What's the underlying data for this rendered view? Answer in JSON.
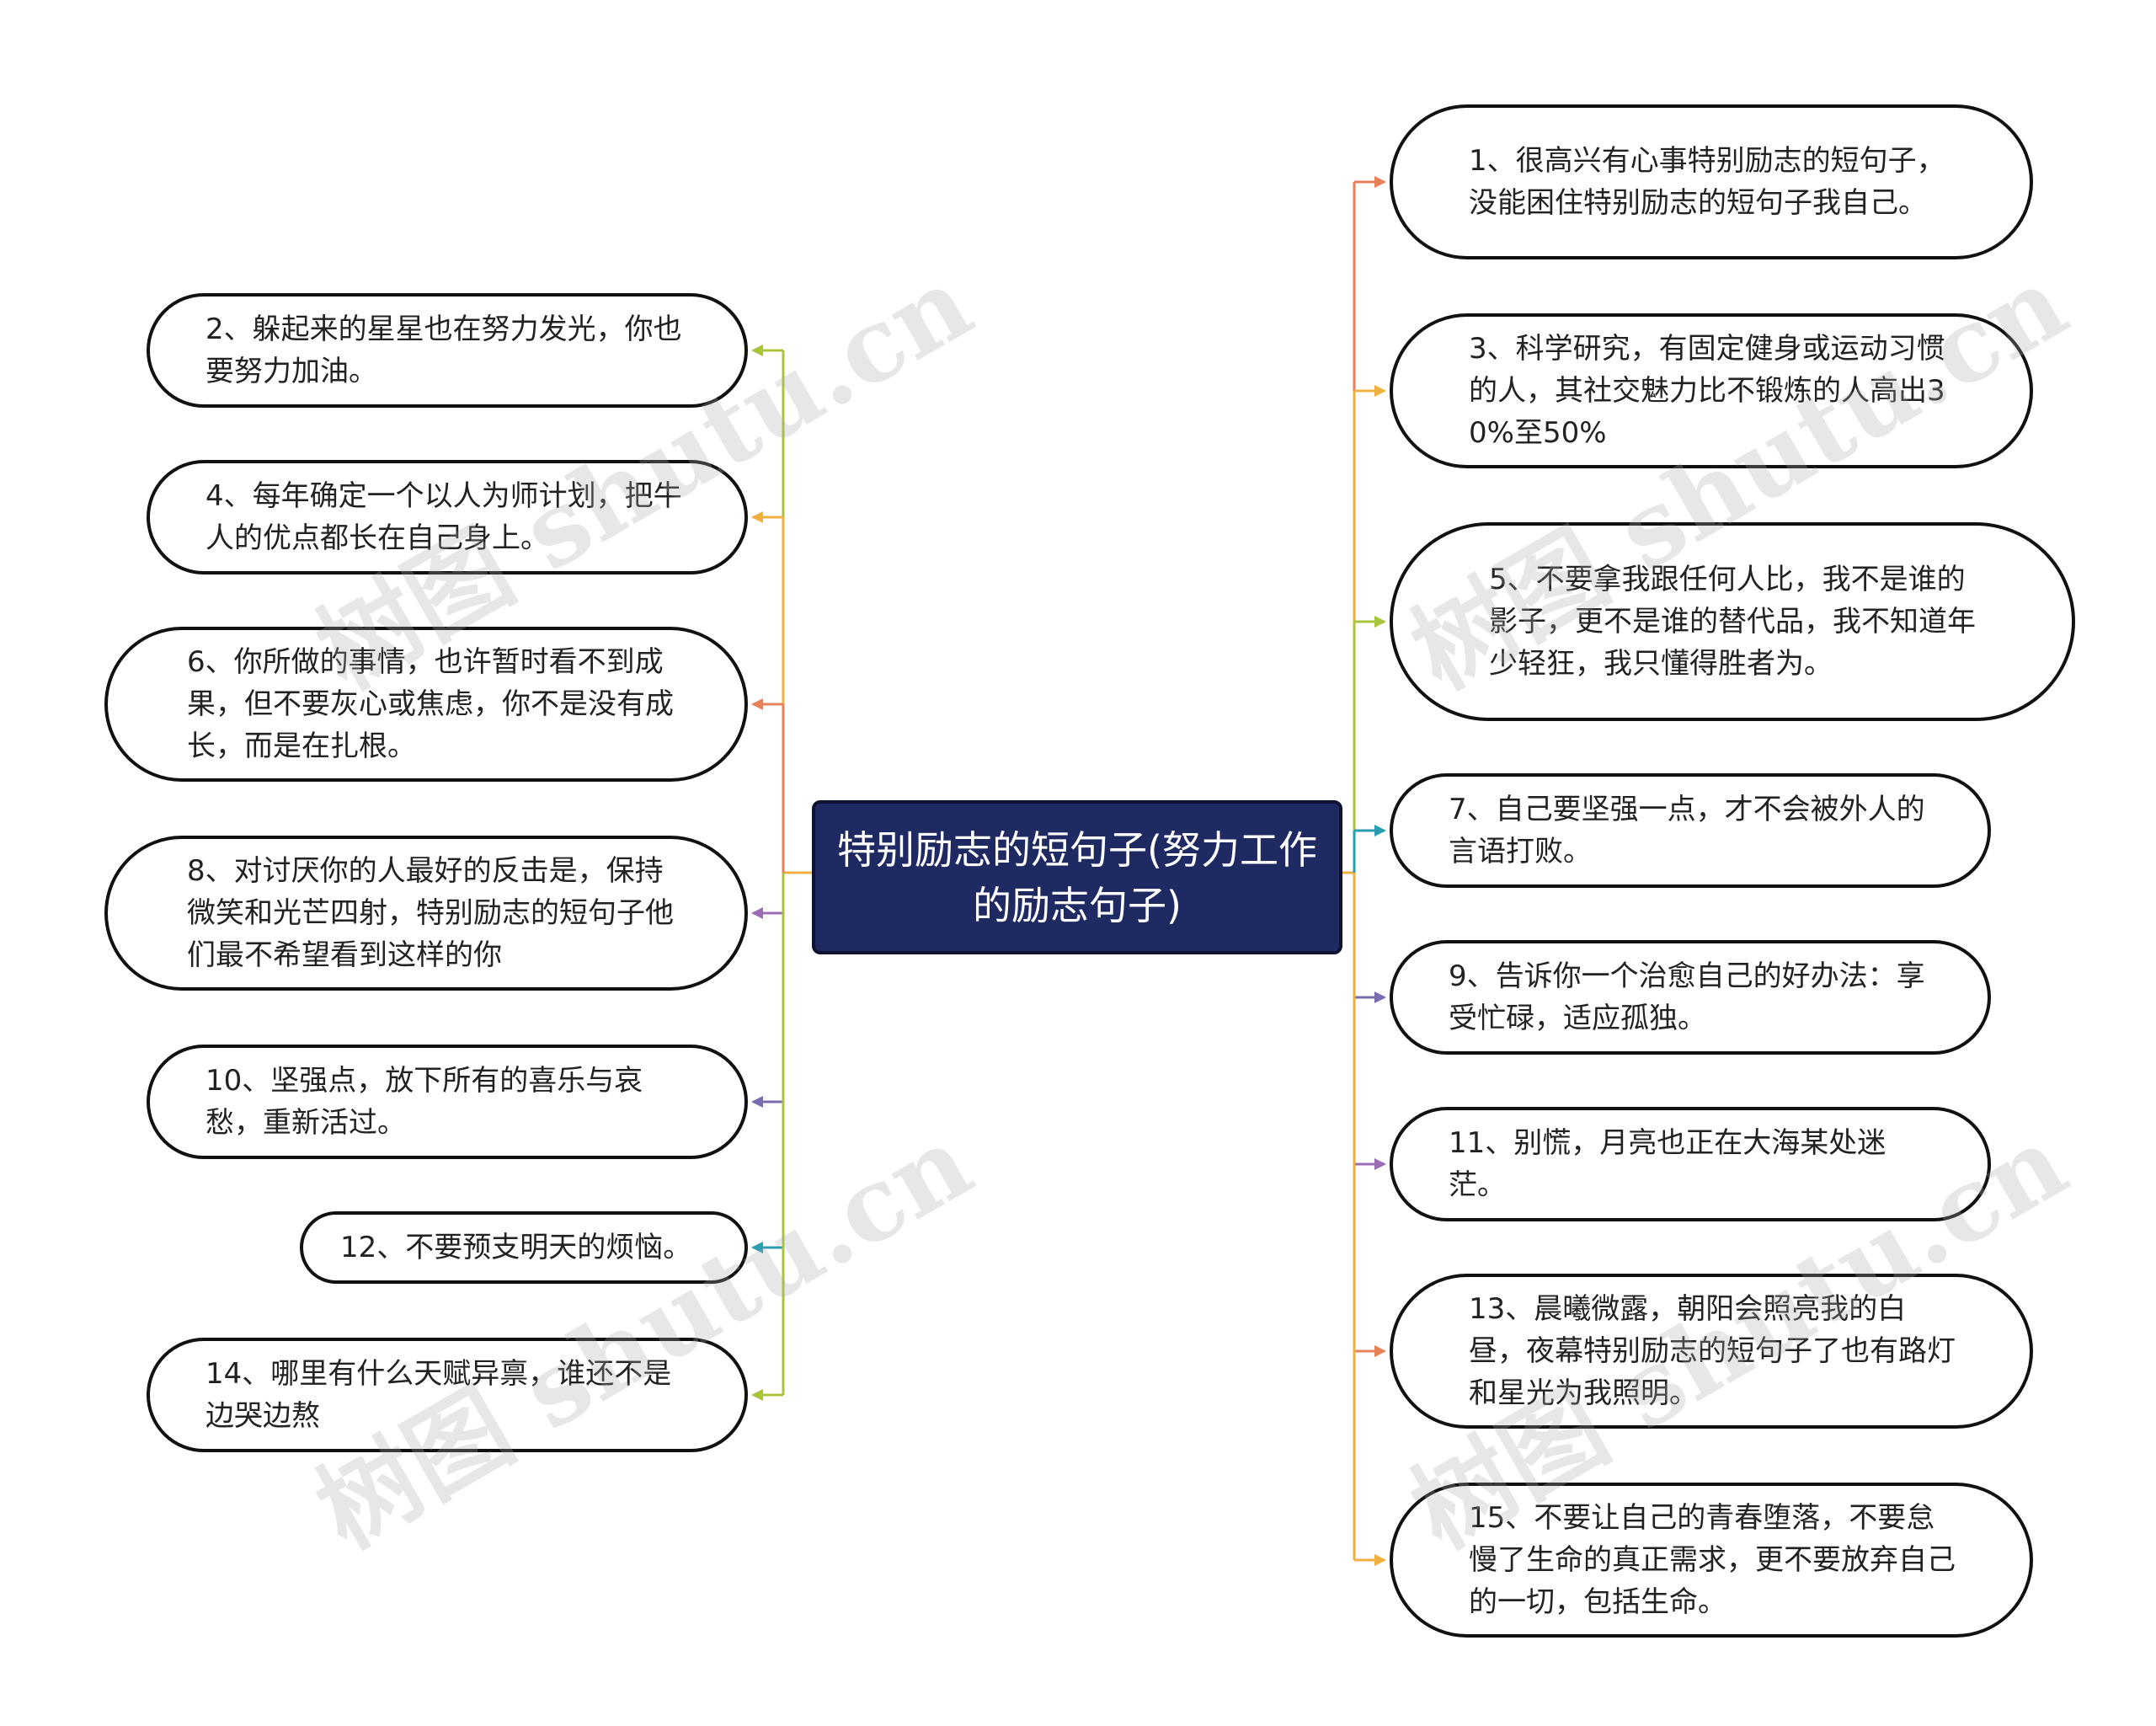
{
  "center": {
    "label": "特别励志的短句子(努力工作的励志句子)"
  },
  "left_nodes": [
    {
      "label": "2、躲起来的星星也在努力发光，你也要努力加油。",
      "color": "#a8c43c"
    },
    {
      "label": "4、每年确定一个以人为师计划，把牛人的优点都长在自己身上。",
      "color": "#f0b040"
    },
    {
      "label": "6、你所做的事情，也许暂时看不到成果，但不要灰心或焦虑，你不是没有成长，而是在扎根。",
      "color": "#e8805a"
    },
    {
      "label": "8、对讨厌你的人最好的反击是，保持微笑和光芒四射，特别励志的短句子他们最不希望看到这样的你",
      "color": "#9b6db5"
    },
    {
      "label": "10、坚强点，放下所有的喜乐与哀愁，重新活过。",
      "color": "#7a6bb0"
    },
    {
      "label": "12、不要预支明天的烦恼。",
      "color": "#2a9db0"
    },
    {
      "label": "14、哪里有什么天赋异禀，谁还不是边哭边熬",
      "color": "#a8c43c"
    }
  ],
  "right_nodes": [
    {
      "label": "1、很高兴有心事特别励志的短句子，没能困住特别励志的短句子我自己。",
      "color": "#e8805a"
    },
    {
      "label": "3、科学研究，有固定健身或运动习惯的人，其社交魅力比不锻炼的人高出30%至50%",
      "color": "#f0b040"
    },
    {
      "label": "5、不要拿我跟任何人比，我不是谁的影子，更不是谁的替代品，我不知道年少轻狂，我只懂得胜者为。",
      "color": "#a8c43c"
    },
    {
      "label": "7、自己要坚强一点，才不会被外人的言语打败。",
      "color": "#2a9db0"
    },
    {
      "label": "9、告诉你一个治愈自己的好办法：享受忙碌，适应孤独。",
      "color": "#7a6bb0"
    },
    {
      "label": "11、别慌，月亮也正在大海某处迷茫。",
      "color": "#9b6db5"
    },
    {
      "label": "13、晨曦微露，朝阳会照亮我的白昼，夜幕特别励志的短句子了也有路灯和星光为我照明。",
      "color": "#e8805a"
    },
    {
      "label": "15、不要让自己的青春堕落，不要怠慢了生命的真正需求，更不要放弃自己的一切，包括生命。",
      "color": "#f0b040"
    }
  ],
  "watermark": "树图 shutu.cn"
}
